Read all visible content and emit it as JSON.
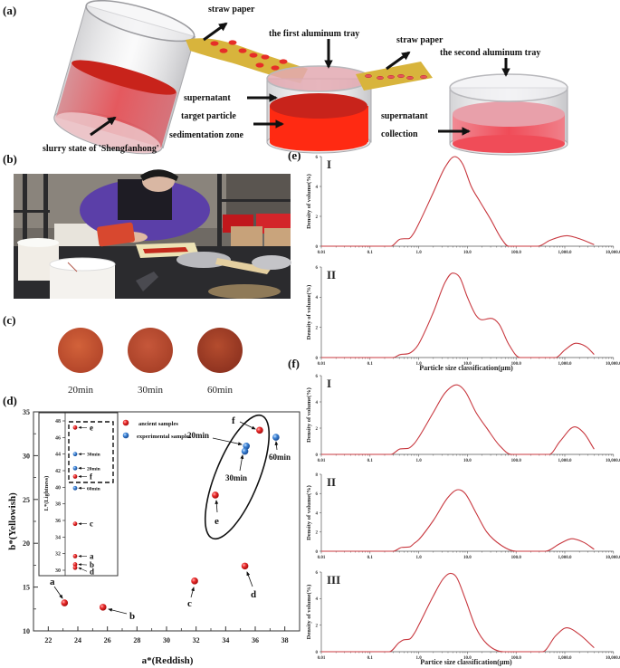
{
  "figure": {
    "panel_labels": {
      "a": "(a)",
      "b": "(b)",
      "c": "(c)",
      "d": "(d)",
      "e": "(e)",
      "f": "(f)"
    },
    "panel_a": {
      "straw_paper_1": "straw paper",
      "first_tray": "the first aluminum tray",
      "straw_paper_2": "straw paper",
      "second_tray": "the second aluminum tray",
      "supernatant_1": "supernatant",
      "target_particle": "target particle",
      "sedimentation_zone": "sedimentation zone",
      "slurry": "slurry state of 'Shengfanhong'",
      "supernatant_2": "supernatant",
      "collection": "collection",
      "colors": {
        "straw": "#d8b43c",
        "liquid_dark": "#c8231b",
        "liquid_bright": "#ff2a12",
        "supernatant": "#e3a9b1",
        "collection": "#ef6b77"
      }
    },
    "panel_b": {
      "description": "photo: pouring red slurry onto straw paper into aluminum tray"
    },
    "panel_c": {
      "swatches": [
        {
          "label": "20min",
          "color": "#c5532c"
        },
        {
          "label": "30min",
          "color": "#b94a28"
        },
        {
          "label": "60min",
          "color": "#a53f22"
        }
      ]
    }
  },
  "chart_data": [
    {
      "id": "d",
      "type": "scatter",
      "title": "",
      "xlabel": "a*(Reddish)",
      "ylabel": "b*(Yellowish)",
      "xlim": [
        21,
        39
      ],
      "ylim": [
        10,
        35
      ],
      "xticks": [
        22,
        24,
        26,
        28,
        30,
        32,
        34,
        36,
        38
      ],
      "yticks": [
        10,
        15,
        20,
        25,
        30,
        35
      ],
      "grid": false,
      "legend": [
        {
          "name": "ancient samples",
          "color": "#e3262a"
        },
        {
          "name": "experimental samples",
          "color": "#3b80d2"
        }
      ],
      "series": [
        {
          "name": "ancient samples",
          "points": [
            {
              "label": "a",
              "x": 23.1,
              "y": 13.2
            },
            {
              "label": "b",
              "x": 25.7,
              "y": 12.7
            },
            {
              "label": "c",
              "x": 31.9,
              "y": 15.7
            },
            {
              "label": "d",
              "x": 35.3,
              "y": 17.4
            },
            {
              "label": "e",
              "x": 33.3,
              "y": 25.5
            },
            {
              "label": "f",
              "x": 36.3,
              "y": 32.9
            }
          ]
        },
        {
          "name": "experimental samples",
          "points": [
            {
              "label": "20min",
              "x": 35.4,
              "y": 31.1
            },
            {
              "label": "30min",
              "x": 35.3,
              "y": 30.5
            },
            {
              "label": "60min",
              "x": 37.4,
              "y": 32.1
            }
          ]
        }
      ],
      "annotation": "ellipse grouping e, f, 20min, 30min",
      "inset": {
        "type": "scatter",
        "ylabel": "L*(Lightness)",
        "ylim": [
          30,
          48
        ],
        "yticks": [
          30,
          32,
          34,
          36,
          38,
          40,
          42,
          44,
          46,
          48
        ],
        "points": [
          {
            "label": "e",
            "L": 47.2,
            "series": "ancient samples"
          },
          {
            "label": "30min",
            "L": 44.0,
            "series": "experimental samples"
          },
          {
            "label": "20min",
            "L": 42.3,
            "series": "experimental samples"
          },
          {
            "label": "f",
            "L": 41.3,
            "series": "ancient samples"
          },
          {
            "label": "60min",
            "L": 39.9,
            "series": "experimental samples"
          },
          {
            "label": "c",
            "L": 35.6,
            "series": "ancient samples"
          },
          {
            "label": "a",
            "L": 31.7,
            "series": "ancient samples"
          },
          {
            "label": "b",
            "L": 30.7,
            "series": "ancient samples"
          },
          {
            "label": "d",
            "L": 30.3,
            "series": "ancient samples"
          }
        ],
        "dashed_box": "e, 30min, 20min, f"
      }
    },
    {
      "id": "e-I",
      "group": "e",
      "panel": "I",
      "type": "line",
      "xscale": "log",
      "xlim": [
        0.01,
        10000
      ],
      "ylim": [
        0,
        6
      ],
      "yticks": [
        0,
        2,
        4,
        6
      ],
      "xticks": [
        "0.01",
        "0.1",
        "1.0",
        "10.0",
        "100.0",
        "1,000.0",
        "10,000.0"
      ],
      "xlabel": "",
      "ylabel": "Density of volume(%)",
      "color": "#c8383f",
      "points": [
        [
          0.01,
          0
        ],
        [
          0.27,
          0
        ],
        [
          0.4,
          0.45
        ],
        [
          0.5,
          0.5
        ],
        [
          0.62,
          0.5
        ],
        [
          0.8,
          0.9
        ],
        [
          1,
          1.5
        ],
        [
          2,
          3.6
        ],
        [
          3.5,
          5.3
        ],
        [
          5.5,
          6.0
        ],
        [
          8,
          5.5
        ],
        [
          12,
          4.0
        ],
        [
          18,
          3.0
        ],
        [
          30,
          1.8
        ],
        [
          50,
          0.5
        ],
        [
          70,
          0
        ],
        [
          280,
          0
        ],
        [
          500,
          0.4
        ],
        [
          1100,
          0.7
        ],
        [
          2000,
          0.5
        ],
        [
          4000,
          0.1
        ]
      ]
    },
    {
      "id": "e-II",
      "group": "e",
      "panel": "II",
      "type": "line",
      "xscale": "log",
      "xlim": [
        0.01,
        10000
      ],
      "ylim": [
        0,
        6
      ],
      "yticks": [
        0,
        2,
        4,
        6
      ],
      "xticks": [
        "0.01",
        "0.1",
        "1.0",
        "10.0",
        "100.0",
        "1,000.0",
        "10,000.0"
      ],
      "xlabel": "Particle size classification(μm)",
      "ylabel": "Density of volume(%)",
      "color": "#c8383f",
      "points": [
        [
          0.01,
          0
        ],
        [
          0.3,
          0
        ],
        [
          0.42,
          0.2
        ],
        [
          0.6,
          0.25
        ],
        [
          0.8,
          0.5
        ],
        [
          1,
          0.9
        ],
        [
          2,
          3.0
        ],
        [
          3.5,
          5.0
        ],
        [
          5,
          5.6
        ],
        [
          7,
          5.3
        ],
        [
          10,
          4.0
        ],
        [
          15,
          2.8
        ],
        [
          20,
          2.5
        ],
        [
          30,
          2.6
        ],
        [
          45,
          2.2
        ],
        [
          70,
          0.9
        ],
        [
          120,
          0
        ],
        [
          650,
          0
        ],
        [
          1000,
          0.5
        ],
        [
          1700,
          0.95
        ],
        [
          2800,
          0.7
        ],
        [
          4000,
          0.2
        ]
      ]
    },
    {
      "id": "f-I",
      "group": "f",
      "panel": "I",
      "type": "line",
      "xscale": "log",
      "xlim": [
        0.01,
        10000
      ],
      "ylim": [
        0,
        6
      ],
      "yticks": [
        0,
        2,
        4,
        6
      ],
      "xticks": [
        "0.01",
        "0.1",
        "1.0",
        "10.0",
        "100.0",
        "1,000.0",
        "10,000.0"
      ],
      "xlabel": "",
      "ylabel": "Density of volume(%)",
      "color": "#c8383f",
      "points": [
        [
          0.01,
          0
        ],
        [
          0.27,
          0
        ],
        [
          0.42,
          0.42
        ],
        [
          0.6,
          0.45
        ],
        [
          0.8,
          0.8
        ],
        [
          1,
          1.3
        ],
        [
          2,
          3.2
        ],
        [
          3.5,
          4.7
        ],
        [
          6,
          5.3
        ],
        [
          9,
          4.8
        ],
        [
          15,
          3.2
        ],
        [
          25,
          2.0
        ],
        [
          45,
          0.7
        ],
        [
          80,
          0
        ],
        [
          480,
          0
        ],
        [
          800,
          1.0
        ],
        [
          1600,
          2.1
        ],
        [
          2500,
          1.6
        ],
        [
          4000,
          0.4
        ]
      ]
    },
    {
      "id": "f-II",
      "group": "f",
      "panel": "II",
      "type": "line",
      "xscale": "log",
      "xlim": [
        0.01,
        10000
      ],
      "ylim": [
        0,
        8
      ],
      "yticks": [
        0,
        2,
        4,
        6,
        8
      ],
      "xticks": [
        "0.01",
        "0.1",
        "1.0",
        "10.0",
        "100.0",
        "1,000.0",
        "10,000.0"
      ],
      "xlabel": "",
      "ylabel": "Density of volume(%)",
      "color": "#c8383f",
      "points": [
        [
          0.01,
          0
        ],
        [
          0.3,
          0
        ],
        [
          0.45,
          0.4
        ],
        [
          0.65,
          0.45
        ],
        [
          0.8,
          0.8
        ],
        [
          1,
          1.2
        ],
        [
          2,
          3.2
        ],
        [
          4,
          5.6
        ],
        [
          6.5,
          6.4
        ],
        [
          9,
          6.0
        ],
        [
          15,
          4.0
        ],
        [
          25,
          2.0
        ],
        [
          50,
          0.6
        ],
        [
          100,
          0
        ],
        [
          400,
          0
        ],
        [
          800,
          0.8
        ],
        [
          1400,
          1.3
        ],
        [
          2500,
          0.9
        ],
        [
          4000,
          0.2
        ]
      ]
    },
    {
      "id": "f-III",
      "group": "f",
      "panel": "III",
      "type": "line",
      "xscale": "log",
      "xlim": [
        0.01,
        10000
      ],
      "ylim": [
        0,
        6
      ],
      "yticks": [
        0,
        2,
        4,
        6
      ],
      "xticks": [
        "0.01",
        "0.1",
        "1.0",
        "10.0",
        "100.0",
        "1,000.0",
        "10,000.0"
      ],
      "xlabel": "Partice size classification(μm)",
      "ylabel": "Density of volume(%)",
      "color": "#c8383f",
      "points": [
        [
          0.01,
          0
        ],
        [
          0.25,
          0
        ],
        [
          0.4,
          0.7
        ],
        [
          0.5,
          0.9
        ],
        [
          0.65,
          0.95
        ],
        [
          0.85,
          1.5
        ],
        [
          1,
          2.0
        ],
        [
          2,
          4.2
        ],
        [
          3.2,
          5.5
        ],
        [
          4.5,
          5.9
        ],
        [
          6,
          5.6
        ],
        [
          9,
          4.0
        ],
        [
          15,
          1.8
        ],
        [
          25,
          0.6
        ],
        [
          55,
          0
        ],
        [
          350,
          0
        ],
        [
          650,
          1.2
        ],
        [
          1100,
          1.8
        ],
        [
          2000,
          1.3
        ],
        [
          4000,
          0.3
        ]
      ]
    }
  ]
}
